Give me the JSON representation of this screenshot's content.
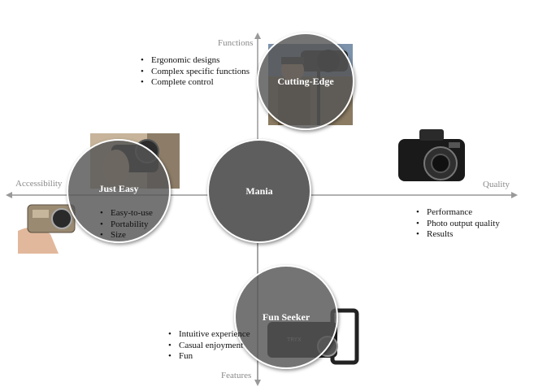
{
  "axes": {
    "top": "Functions",
    "bottom": "Features",
    "left": "Accessibility",
    "right": "Quality"
  },
  "segments": {
    "center": "Mania",
    "top": "Cutting-Edge",
    "left": "Just Easy",
    "bottom": "Fun Seeker"
  },
  "lists": {
    "functions": [
      "Ergonomic designs",
      "Complex specific functions",
      "Complete control"
    ],
    "accessibility": [
      "Easy-to-use",
      "Portability",
      "Size"
    ],
    "quality": [
      "Performance",
      "Photo output quality",
      "Results"
    ],
    "features": [
      "Intuitive experience",
      "Casual enjoyment",
      "Fun"
    ]
  },
  "colors": {
    "axis": "#999999",
    "circle": "#5e5e5e",
    "circle_text": "#ffffff"
  },
  "images": {
    "photographer": "photographer-with-camera-photo",
    "hand_camera": "hand-holding-camera-photo",
    "compact_camera": "compact-camera-in-hand-photo",
    "premium_camera": "premium-compact-camera-photo",
    "flip_camera": "flip-screen-camera-photo"
  }
}
